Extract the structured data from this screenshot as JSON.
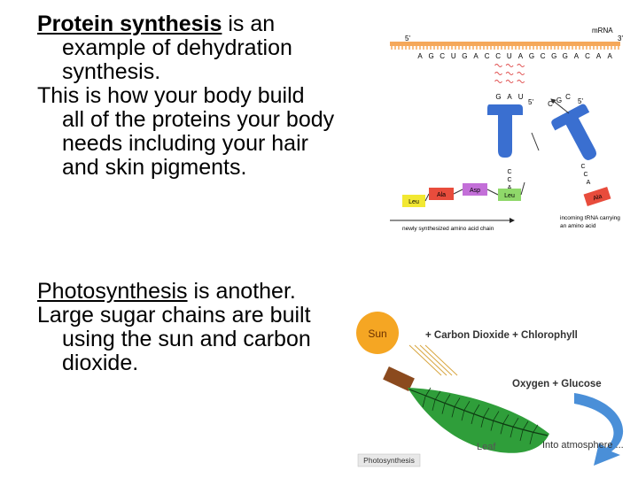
{
  "protein": {
    "term": "Protein synthesis",
    "line1_rest": " is an",
    "line2": "example of dehydration",
    "line3": "synthesis.",
    "line4": "This is how your body build",
    "line5": "all of the proteins your body",
    "line6": "needs including your hair",
    "line7": "and skin pigments."
  },
  "photosynthesis": {
    "term": "Photosynthesis",
    "line1_rest": " is another.",
    "line2": "Large sugar chains are built",
    "line3": "using the sun and carbon",
    "line4": "dioxide."
  },
  "trna_diagram": {
    "five_prime_label": "5'",
    "three_prime_label": "3'",
    "mrna_label": "mRNA",
    "codon_letters": [
      "A",
      "G",
      "C",
      "U",
      "G",
      "A",
      "C",
      "C",
      "U",
      "A",
      "G",
      "C",
      "G",
      "G",
      "A",
      "C",
      "A",
      "A"
    ],
    "anticodon_letters": [
      "G",
      "A",
      "U"
    ],
    "incoming_anticodon_letters": [
      "C",
      "G",
      "C"
    ],
    "trna_five_prime": "5'",
    "incoming_five_prime": "5'",
    "stem_letters": [
      "C",
      "C",
      "A"
    ],
    "incoming_stem_letters": [
      "C",
      "C",
      "A"
    ],
    "amino_acids": [
      "Leu",
      "Ala",
      "Asp",
      "Leu"
    ],
    "incoming_amino": "Ala",
    "chain_caption": "newly synthesized amino acid chain",
    "incoming_caption_line1": "incoming tRNA carrying",
    "incoming_caption_line2": "an amino acid",
    "colors": {
      "mrna_bar": "#f5a85a",
      "trna": "#3a6fd0",
      "leu": "#f2e832",
      "ala": "#e84c3c",
      "asp": "#c36fd8",
      "leu2": "#8fd86a",
      "wave": "#e05050"
    }
  },
  "photo_diagram": {
    "sun_label": "Sun",
    "co2_text": "+ Carbon Dioxide + Chlorophyll",
    "products_text": "Oxygen + Glucose",
    "atmosphere_text": "Into atmosphere ...",
    "leaf_label": "Leaf",
    "caption": "Photosynthesis",
    "colors": {
      "sun": "#f5a623",
      "leaf": "#2f9e3a",
      "stem": "#8b4a1e",
      "arrow": "#4a8fd8",
      "rays": "#d8a640"
    }
  }
}
